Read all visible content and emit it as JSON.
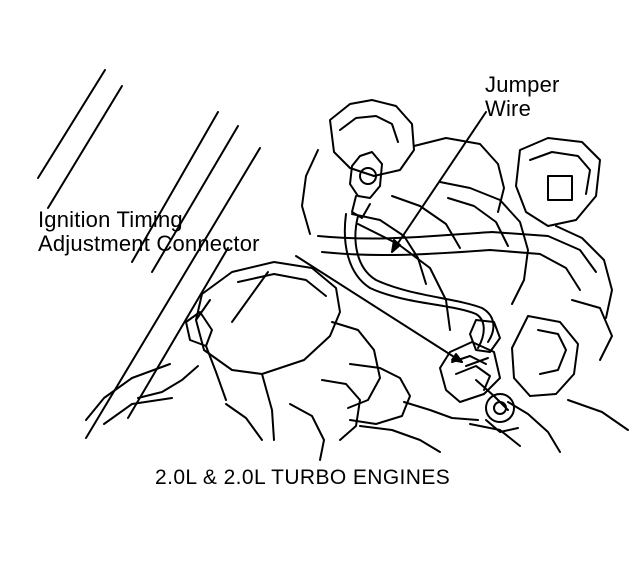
{
  "labels": {
    "jumper_wire_line1": "Jumper",
    "jumper_wire_line2": "Wire",
    "ignition_line1": "Ignition Timing",
    "ignition_line2": "Adjustment Connector"
  },
  "caption": "2.0L & 2.0L TURBO ENGINES",
  "colors": {
    "ink": "#000000",
    "paper": "#ffffff"
  }
}
